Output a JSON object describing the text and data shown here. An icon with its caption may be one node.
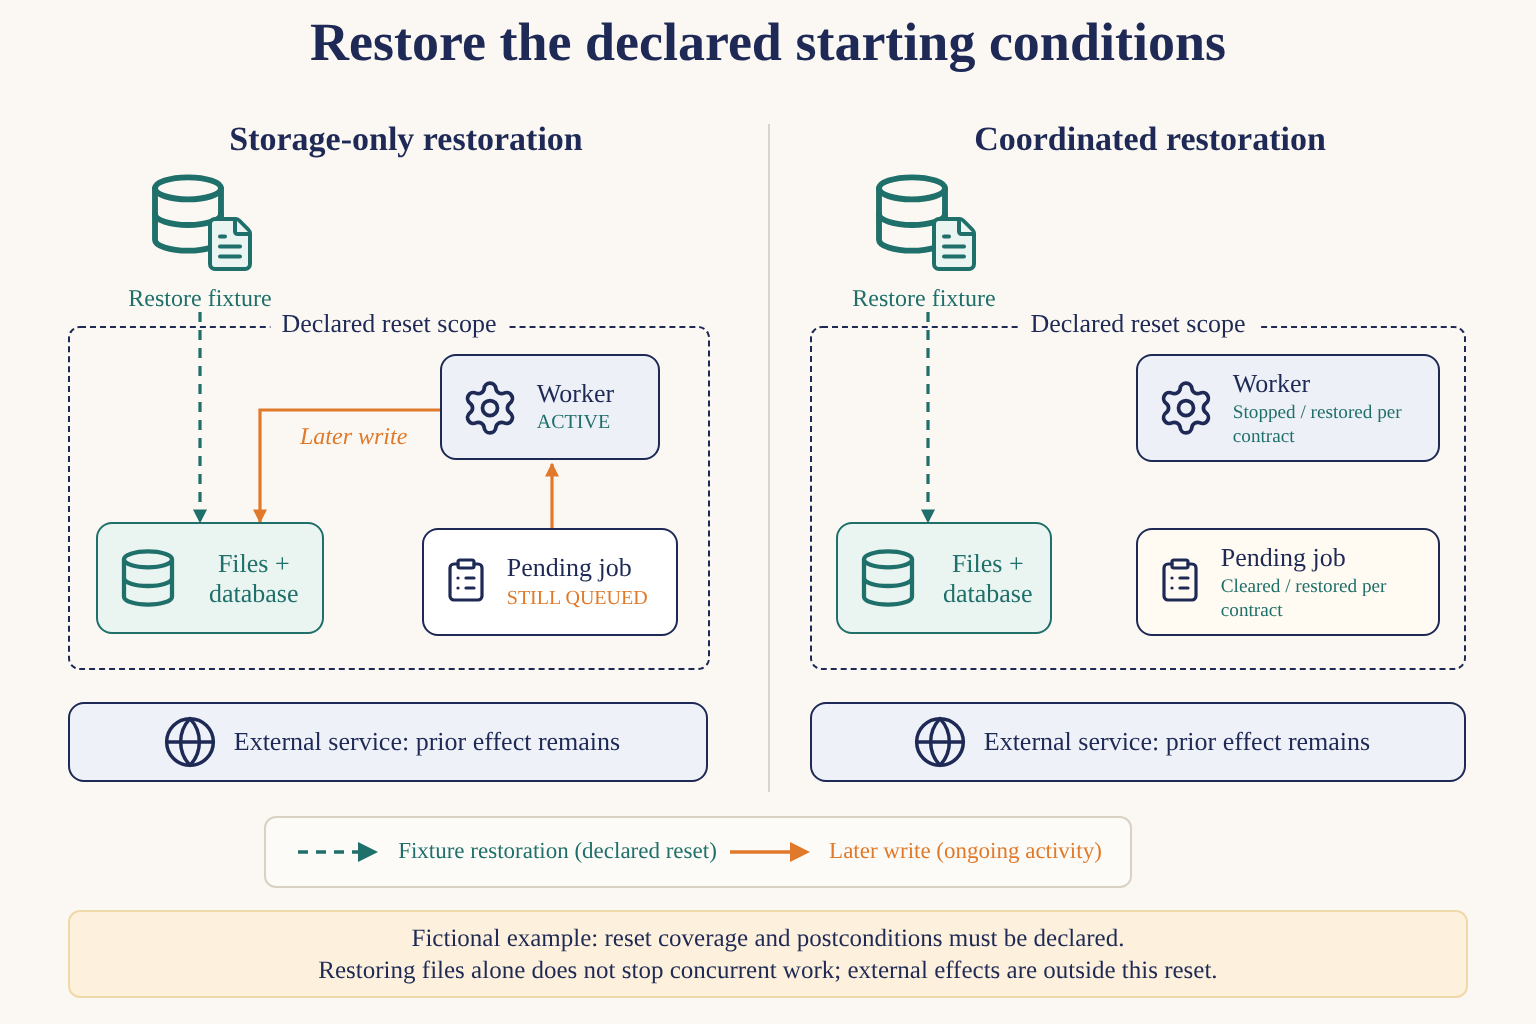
{
  "diagram": {
    "title": "Restore the declared starting conditions",
    "nodes": [
      {
        "text": [
          "Restore fixture"
        ]
      },
      {
        "text": [
          "Declared reset scope"
        ]
      },
      {
        "text": [
          "Files + database"
        ],
        "in": 1
      },
      {
        "text": [
          "Worker",
          "ACTIVE"
        ],
        "in": 1
      },
      {
        "text": [
          "Pending job",
          "STILL QUEUED"
        ],
        "in": 1
      },
      {
        "text": [
          "External service: prior effect remains"
        ]
      },
      {
        "text": [
          "Restore fixture"
        ]
      },
      {
        "text": [
          "Declared reset scope"
        ]
      },
      {
        "text": [
          "Files + database"
        ],
        "in": 7
      },
      {
        "text": [
          "Worker",
          "Stopped / restored per contract"
        ],
        "in": 7
      },
      {
        "text": [
          "Pending job",
          "Cleared / restored per contract"
        ],
        "in": 7
      },
      {
        "text": [
          "External service: prior effect remains"
        ]
      }
    ],
    "edges": [
      {
        "from": 0,
        "to": 2,
        "arrow": "to",
        "style": "dashed",
        "color": "#1f6f6a"
      },
      {
        "from": 3,
        "to": 2,
        "arrow": "to",
        "label": "Later write",
        "color": "#e07a2a"
      },
      {
        "from": 4,
        "to": 3,
        "arrow": "to",
        "color": "#e07a2a"
      },
      {
        "from": 6,
        "to": 8,
        "arrow": "to",
        "style": "dashed",
        "color": "#1f6f6a"
      }
    ],
    "labels": [
      "Storage-only restoration",
      "Coordinated restoration",
      "Fictional example: reset coverage and postconditions must be declared.",
      "Restoring files alone does not stop concurrent work; external effects are outside this reset."
    ],
    "legend": [
      {
        "text": "Fixture restoration (declared reset)"
      },
      {
        "text": "Later write (ongoing activity)"
      }
    ]
  }
}
